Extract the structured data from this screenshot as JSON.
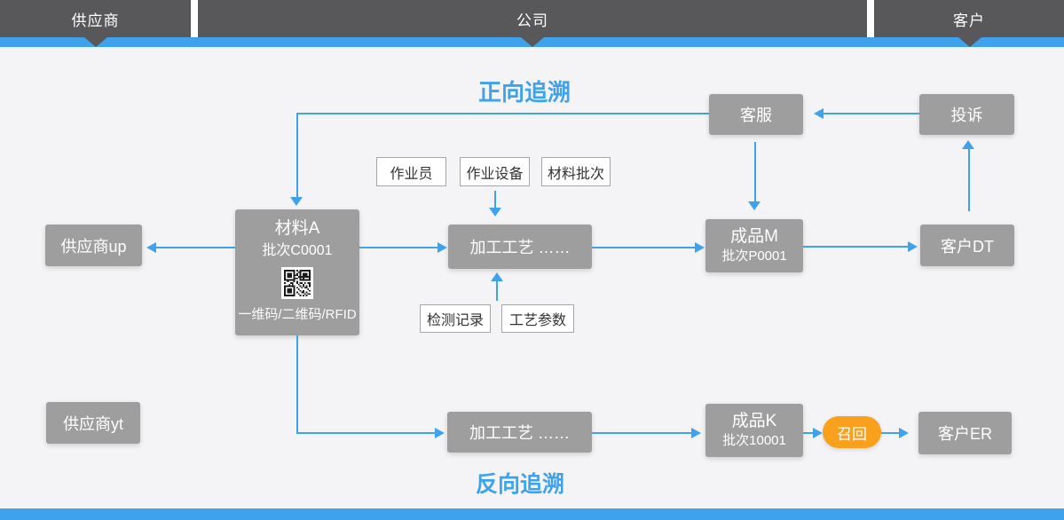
{
  "colors": {
    "header_gray": "#58585a",
    "accent_blue": "#3ea2ec",
    "node_gray": "#9e9e9e",
    "recall_orange": "#f9a01c",
    "background": "#f4f4f6",
    "tag_border": "#a6a6a6",
    "tag_text": "#333333"
  },
  "header": {
    "segments": [
      {
        "label": "供应商"
      },
      {
        "label": "公司"
      },
      {
        "label": "客户"
      }
    ]
  },
  "titles": {
    "forward": "正向追溯",
    "backward": "反向追溯"
  },
  "nodes": {
    "customer_service": {
      "label": "客服"
    },
    "complaint": {
      "label": "投诉"
    },
    "supplier_up": {
      "label": "供应商up"
    },
    "supplier_yt": {
      "label": "供应商yt"
    },
    "material_a": {
      "title": "材料A",
      "batch": "批次C0001",
      "caption": "一维码/二维码/RFID",
      "icon": "qr-code"
    },
    "process_1": {
      "label": "加工工艺 ……"
    },
    "process_2": {
      "label": "加工工艺 ……"
    },
    "product_m": {
      "title": "成品M",
      "batch": "批次P0001"
    },
    "product_k": {
      "title": "成品K",
      "batch": "批次10001"
    },
    "customer_dt": {
      "label": "客户DT"
    },
    "customer_er": {
      "label": "客户ER"
    },
    "recall": {
      "label": "召回"
    }
  },
  "tags": {
    "operator": "作业员",
    "equipment": "作业设备",
    "material_batch": "材料批次",
    "inspection_record": "检测记录",
    "process_params": "工艺参数"
  }
}
